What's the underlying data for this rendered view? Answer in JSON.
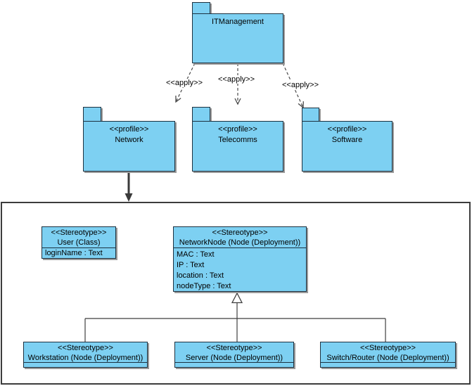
{
  "root_package": {
    "label": "ITManagement"
  },
  "apply_connectors": [
    {
      "label": "<<apply>>"
    },
    {
      "label": "<<apply>>"
    },
    {
      "label": "<<apply>>"
    }
  ],
  "profiles": [
    {
      "stereotype": "<<profile>>",
      "name": "Network"
    },
    {
      "stereotype": "<<profile>>",
      "name": "Telecomms"
    },
    {
      "stereotype": "<<profile>>",
      "name": "Software"
    }
  ],
  "stereotype_classes": {
    "user": {
      "stereotype": "<<Stereotype>>",
      "name": "User (Class)",
      "attributes": [
        "loginName : Text"
      ]
    },
    "network_node": {
      "stereotype": "<<Stereotype>>",
      "name": "NetworkNode (Node (Deployment))",
      "attributes": [
        "MAC : Text",
        "IP : Text",
        "location : Text",
        "nodeType : Text"
      ]
    },
    "workstation": {
      "stereotype": "<<Stereotype>>",
      "name": "Workstation (Node (Deployment))"
    },
    "server": {
      "stereotype": "<<Stereotype>>",
      "name": "Server (Node (Deployment))"
    },
    "switch_router": {
      "stereotype": "<<Stereotype>>",
      "name": "Switch/Router (Node (Deployment))"
    }
  },
  "colors": {
    "node_fill": "#7dd0f2",
    "node_border": "#1c3140",
    "shadow": "#9a9a9a",
    "connector": "#3f3f3f",
    "background": "#ffffff"
  }
}
